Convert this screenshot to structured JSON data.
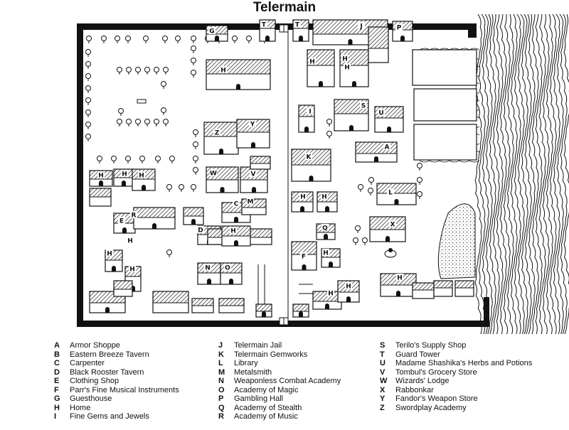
{
  "title": "Telermain",
  "legend": [
    {
      "key": "A",
      "name": "Armor Shoppe"
    },
    {
      "key": "B",
      "name": "Eastern Breeze Tavern"
    },
    {
      "key": "C",
      "name": "Carpenter"
    },
    {
      "key": "D",
      "name": "Black Rooster Tavern"
    },
    {
      "key": "E",
      "name": "Clothing Shop"
    },
    {
      "key": "F",
      "name": "Parr's Fine Musical Instruments"
    },
    {
      "key": "G",
      "name": "Guesthouse"
    },
    {
      "key": "H",
      "name": "Home"
    },
    {
      "key": "I",
      "name": "Fine Gems and Jewels"
    },
    {
      "key": "J",
      "name": "Telermain Jail"
    },
    {
      "key": "K",
      "name": "Telermain Gemworks"
    },
    {
      "key": "L",
      "name": "Library"
    },
    {
      "key": "M",
      "name": "Metalsmith"
    },
    {
      "key": "N",
      "name": "Weaponless Combat Academy"
    },
    {
      "key": "O",
      "name": "Academy of Magic"
    },
    {
      "key": "P",
      "name": "Gambling Hall"
    },
    {
      "key": "Q",
      "name": "Academy of Stealth"
    },
    {
      "key": "R",
      "name": "Academy of Music"
    },
    {
      "key": "S",
      "name": "Terilo's Supply Shop"
    },
    {
      "key": "T",
      "name": "Guard Tower"
    },
    {
      "key": "U",
      "name": "Madame Shashika's Herbs and Potions"
    },
    {
      "key": "V",
      "name": "Tombul's Grocery Store"
    },
    {
      "key": "W",
      "name": "Wizards' Lodge"
    },
    {
      "key": "X",
      "name": "Rabbonkar"
    },
    {
      "key": "Y",
      "name": "Fandor's Weapon Store"
    },
    {
      "key": "Z",
      "name": "Swordplay Academy"
    }
  ],
  "map_labels": [
    "G",
    "T",
    "T",
    "J",
    "P",
    "H",
    "H",
    "H",
    "H",
    "S",
    "I",
    "U",
    "Z",
    "Y",
    "K",
    "A",
    "L",
    "W",
    "V",
    "H",
    "H",
    "H",
    "H",
    "H",
    "C",
    "M",
    "X",
    "R",
    "D",
    "H",
    "E",
    "Q",
    "H",
    "F",
    "H",
    "N",
    "O",
    "H",
    "H",
    "H",
    "H",
    "H"
  ]
}
